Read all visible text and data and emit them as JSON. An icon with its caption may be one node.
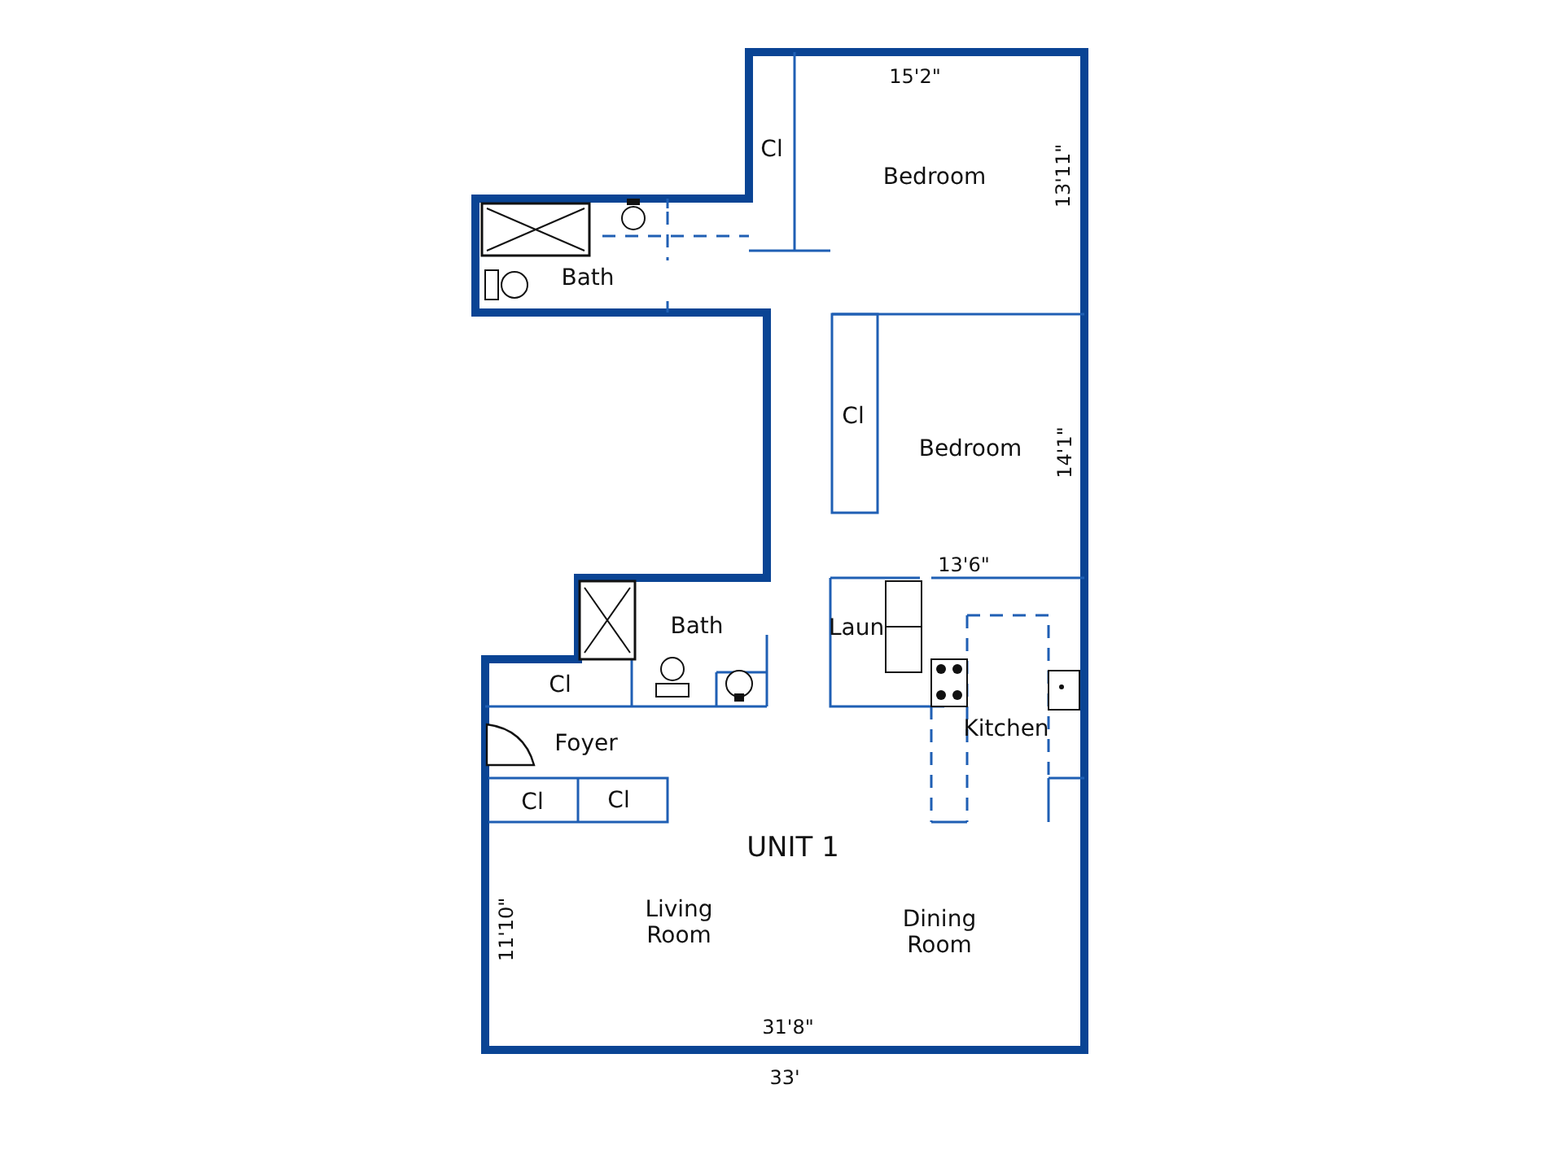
{
  "diagram": {
    "labels": [
      "15'2\"",
      "Cl",
      "Bedroom",
      "13'11\"",
      "Bath",
      "Cl",
      "Bedroom",
      "14'1\"",
      "13'6\"",
      "Bath",
      "Laun",
      "Cl",
      "Kitchen",
      "Foyer",
      "Cl",
      "Cl",
      "UNIT 1",
      "Living Room",
      "Dining Room",
      "11'10\"",
      "31'8\"",
      "33'"
    ]
  }
}
